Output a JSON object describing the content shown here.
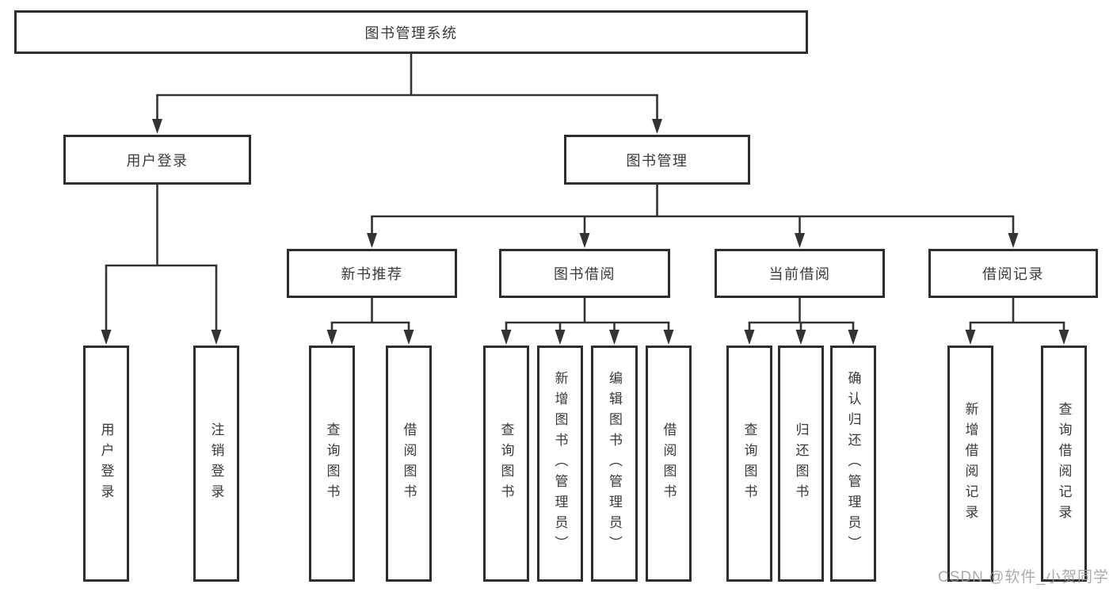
{
  "diagram": {
    "title": "图书管理系统",
    "watermark": "CSDN @软件_小贺同学",
    "colors": {
      "line": "#333333",
      "box_border": "#2e2e2e",
      "text": "#3a3a3a",
      "watermark": "#a19a9a",
      "background": "#ffffff"
    },
    "nodes": [
      {
        "id": "root",
        "label": "图书管理系统",
        "parent": null
      },
      {
        "id": "user-login",
        "label": "用户登录",
        "parent": "root"
      },
      {
        "id": "book-mgmt",
        "label": "图书管理",
        "parent": "root"
      },
      {
        "id": "new-book-rec",
        "label": "新书推荐",
        "parent": "book-mgmt"
      },
      {
        "id": "book-borrow",
        "label": "图书借阅",
        "parent": "book-mgmt"
      },
      {
        "id": "current-borrow",
        "label": "当前借阅",
        "parent": "book-mgmt"
      },
      {
        "id": "borrow-record",
        "label": "借阅记录",
        "parent": "book-mgmt"
      },
      {
        "id": "ul-login",
        "label": "用户登录",
        "parent": "user-login"
      },
      {
        "id": "ul-logout",
        "label": "注销登录",
        "parent": "user-login"
      },
      {
        "id": "nb-query",
        "label": "查询图书",
        "parent": "new-book-rec"
      },
      {
        "id": "nb-borrow",
        "label": "借阅图书",
        "parent": "new-book-rec"
      },
      {
        "id": "bb-query",
        "label": "查询图书",
        "parent": "book-borrow"
      },
      {
        "id": "bb-add",
        "label": "新增图书（管理员）",
        "parent": "book-borrow"
      },
      {
        "id": "bb-edit",
        "label": "编辑图书（管理员）",
        "parent": "book-borrow"
      },
      {
        "id": "bb-borrow",
        "label": "借阅图书",
        "parent": "book-borrow"
      },
      {
        "id": "cb-query",
        "label": "查询图书",
        "parent": "current-borrow"
      },
      {
        "id": "cb-return",
        "label": "归还图书",
        "parent": "current-borrow"
      },
      {
        "id": "cb-confirm",
        "label": "确认归还（管理员）",
        "parent": "current-borrow"
      },
      {
        "id": "br-add",
        "label": "新增借阅记录",
        "parent": "borrow-record"
      },
      {
        "id": "br-query",
        "label": "查询借阅记录",
        "parent": "borrow-record"
      }
    ]
  }
}
